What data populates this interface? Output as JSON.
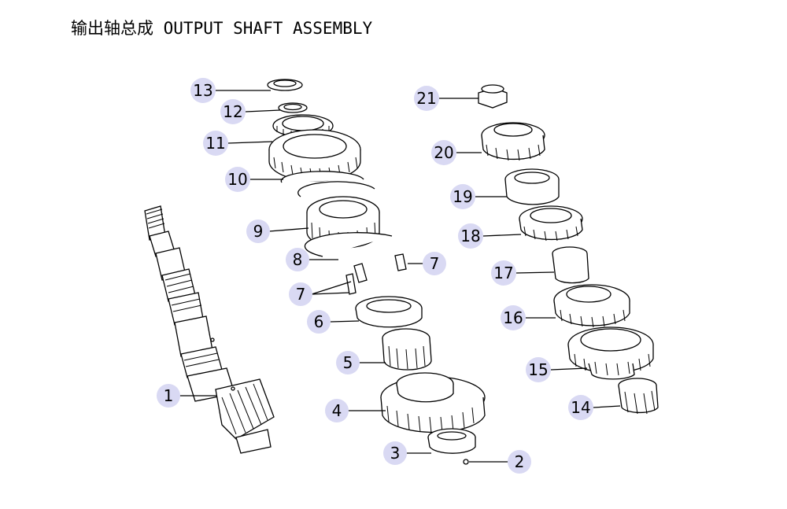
{
  "title": "输出轴总成 OUTPUT SHAFT ASSEMBLY",
  "colors": {
    "bubble_fill": "#d9d9f3",
    "line": "#000000"
  },
  "callouts": [
    {
      "id": "c1",
      "label": "1"
    },
    {
      "id": "c2",
      "label": "2"
    },
    {
      "id": "c3",
      "label": "3"
    },
    {
      "id": "c4",
      "label": "4"
    },
    {
      "id": "c5",
      "label": "5"
    },
    {
      "id": "c6",
      "label": "6"
    },
    {
      "id": "c7a",
      "label": "7"
    },
    {
      "id": "c7b",
      "label": "7"
    },
    {
      "id": "c8",
      "label": "8"
    },
    {
      "id": "c9",
      "label": "9"
    },
    {
      "id": "c10",
      "label": "10"
    },
    {
      "id": "c11",
      "label": "11"
    },
    {
      "id": "c12",
      "label": "12"
    },
    {
      "id": "c13",
      "label": "13"
    },
    {
      "id": "c14",
      "label": "14"
    },
    {
      "id": "c15",
      "label": "15"
    },
    {
      "id": "c16",
      "label": "16"
    },
    {
      "id": "c17",
      "label": "17"
    },
    {
      "id": "c18",
      "label": "18"
    },
    {
      "id": "c19",
      "label": "19"
    },
    {
      "id": "c20",
      "label": "20"
    },
    {
      "id": "c21",
      "label": "21"
    }
  ]
}
